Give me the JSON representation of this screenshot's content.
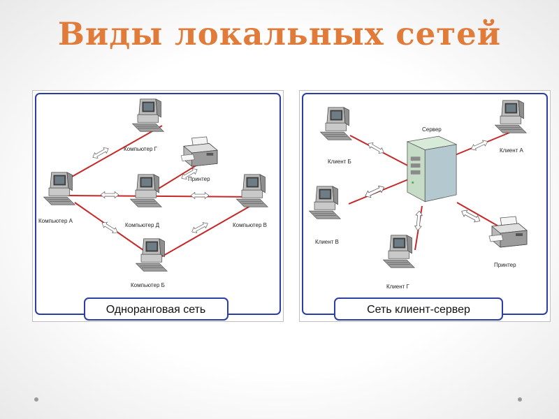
{
  "title": "Виды локальных сетей",
  "peer_network": {
    "caption": "Одноранговая сеть",
    "labels": {
      "computer_g": "Компьютер Г",
      "printer": "Принтер",
      "computer_a": "Компьютер А",
      "computer_d": "Компьютер Д",
      "computer_v": "Компьютер В",
      "computer_b": "Компьютер Б"
    }
  },
  "client_server_network": {
    "caption": "Сеть клиент-сервер",
    "labels": {
      "server": "Сервер",
      "client_b": "Клиент Б",
      "client_a": "Клиент А",
      "client_v": "Клиент В",
      "client_g": "Клиент Г",
      "printer": "Принтер"
    }
  },
  "colors": {
    "title": "#e07b3a",
    "frame": "#2b3ea8",
    "link": "#c62828"
  }
}
